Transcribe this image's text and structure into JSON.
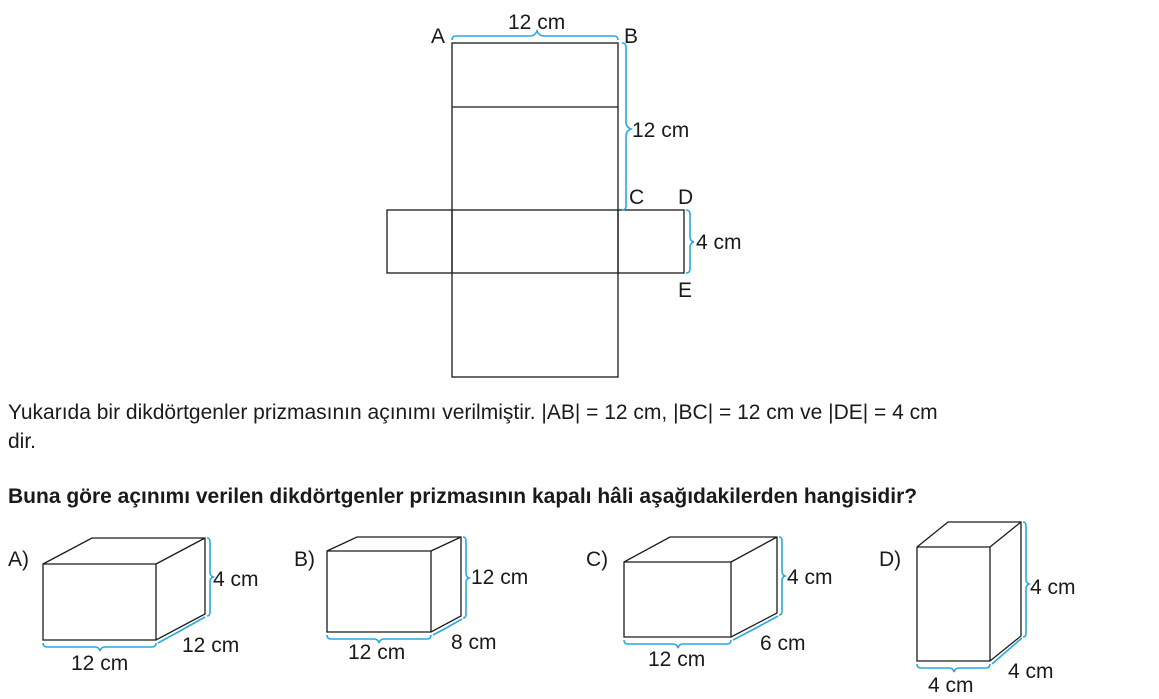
{
  "net": {
    "label_a": "A",
    "label_b": "B",
    "label_c": "C",
    "label_d": "D",
    "label_e": "E",
    "ab_length": "12 cm",
    "bc_length": "12 cm",
    "de_length": "4 cm"
  },
  "statement": {
    "line1": "Yukarıda bir dikdörtgenler prizmasının açınımı verilmiştir. |AB| = 12 cm, |BC| = 12 cm ve |DE| = 4 cm",
    "line2": "dir."
  },
  "question": "Buna göre açınımı verilen dikdörtgenler prizmasının kapalı hâli aşağıdakilerden hangisidir?",
  "options": [
    {
      "letter": "A)",
      "height": "4 cm",
      "width": "12 cm",
      "depth": "12 cm"
    },
    {
      "letter": "B)",
      "height": "12 cm",
      "width": "12 cm",
      "depth": "8 cm"
    },
    {
      "letter": "C)",
      "height": "4 cm",
      "width": "12 cm",
      "depth": "6 cm"
    },
    {
      "letter": "D)",
      "height": "4 cm",
      "width": "4 cm",
      "depth": "4 cm"
    }
  ],
  "colors": {
    "measure_brace": "#29a9e0",
    "line": "#1a1a1a"
  }
}
